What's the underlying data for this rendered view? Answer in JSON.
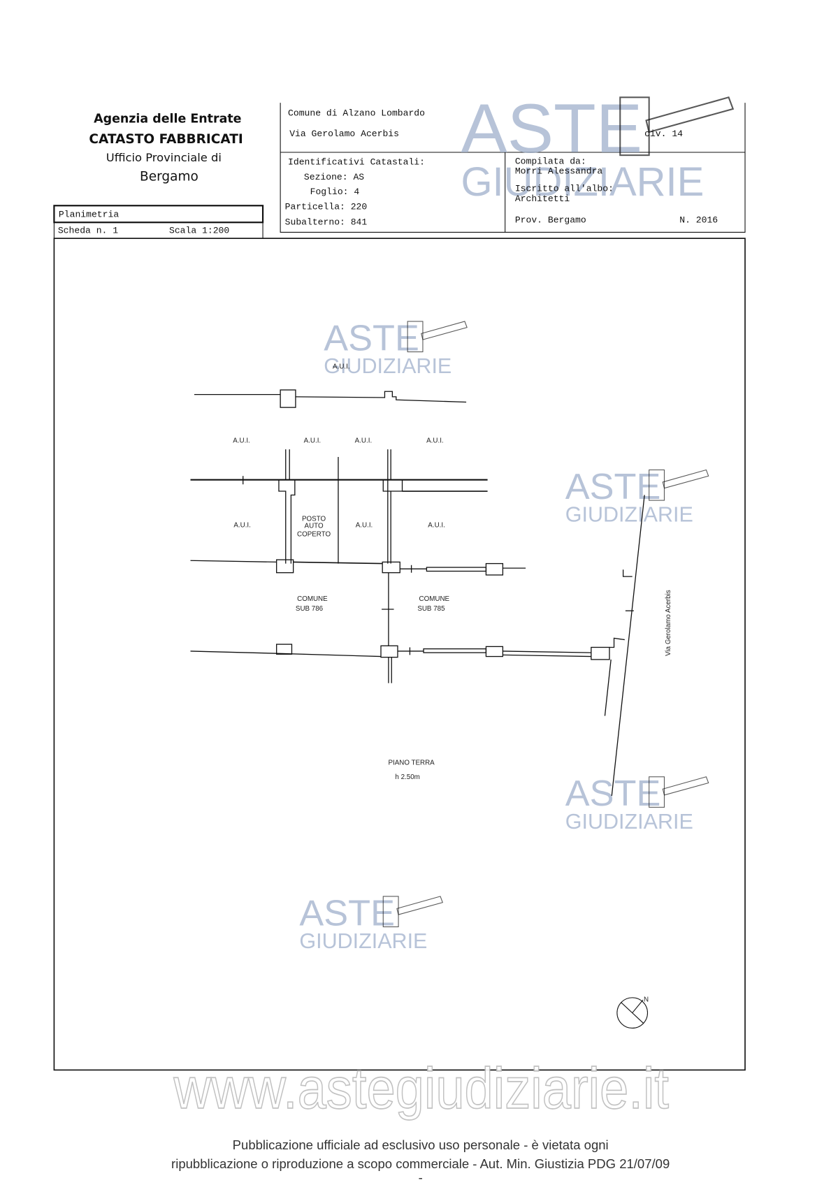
{
  "header": {
    "agency": "Agenzia delle Entrate",
    "catasto": "CATASTO FABBRICATI",
    "ufficio": "Ufficio Provinciale di",
    "city": "Bergamo",
    "planimetria": "Planimetria",
    "scheda": "Scheda n. 1",
    "scala": "Scala 1:200"
  },
  "location": {
    "comune": "Comune di Alzano Lombardo",
    "via": "Via Gerolamo Acerbis",
    "civ": "civ. 14"
  },
  "identificativi": {
    "title": "Identificativi Catastali:",
    "sezione": "Sezione: AS",
    "foglio": "Foglio: 4",
    "particella": "Particella: 220",
    "subalterno": "Subalterno: 841"
  },
  "compilata": {
    "label": "Compilata da:",
    "name": "Morri Alessandra",
    "albo_label": "Iscritto all'albo:",
    "albo": "Architetti",
    "prov": "Prov. Bergamo",
    "numero": "N. 2016"
  },
  "plan": {
    "aui": "A.U.I.",
    "posto": [
      "POSTO",
      "AUTO",
      "COPERTO"
    ],
    "comune_786": [
      "COMUNE",
      "SUB 786"
    ],
    "comune_785": [
      "COMUNE",
      "SUB 785"
    ],
    "street": "Via Gerolamo Acerbis",
    "floor": "PIANO TERRA",
    "height": "h 2.50m",
    "north": "N"
  },
  "watermark": {
    "line1": "ASTE",
    "line2": "GIUDIZIARIE",
    "site": "www.astegiudiziarie.it",
    "color": "#9fb0cc",
    "hammer_color": "#e8c9a0"
  },
  "footer": {
    "line1": "Pubblicazione ufficiale ad esclusivo uso personale - è vietata ogni",
    "line2": "ripubblicazione o riproduzione a scopo commerciale - Aut. Min. Giustizia PDG 21/07/09",
    "line3": "-"
  }
}
